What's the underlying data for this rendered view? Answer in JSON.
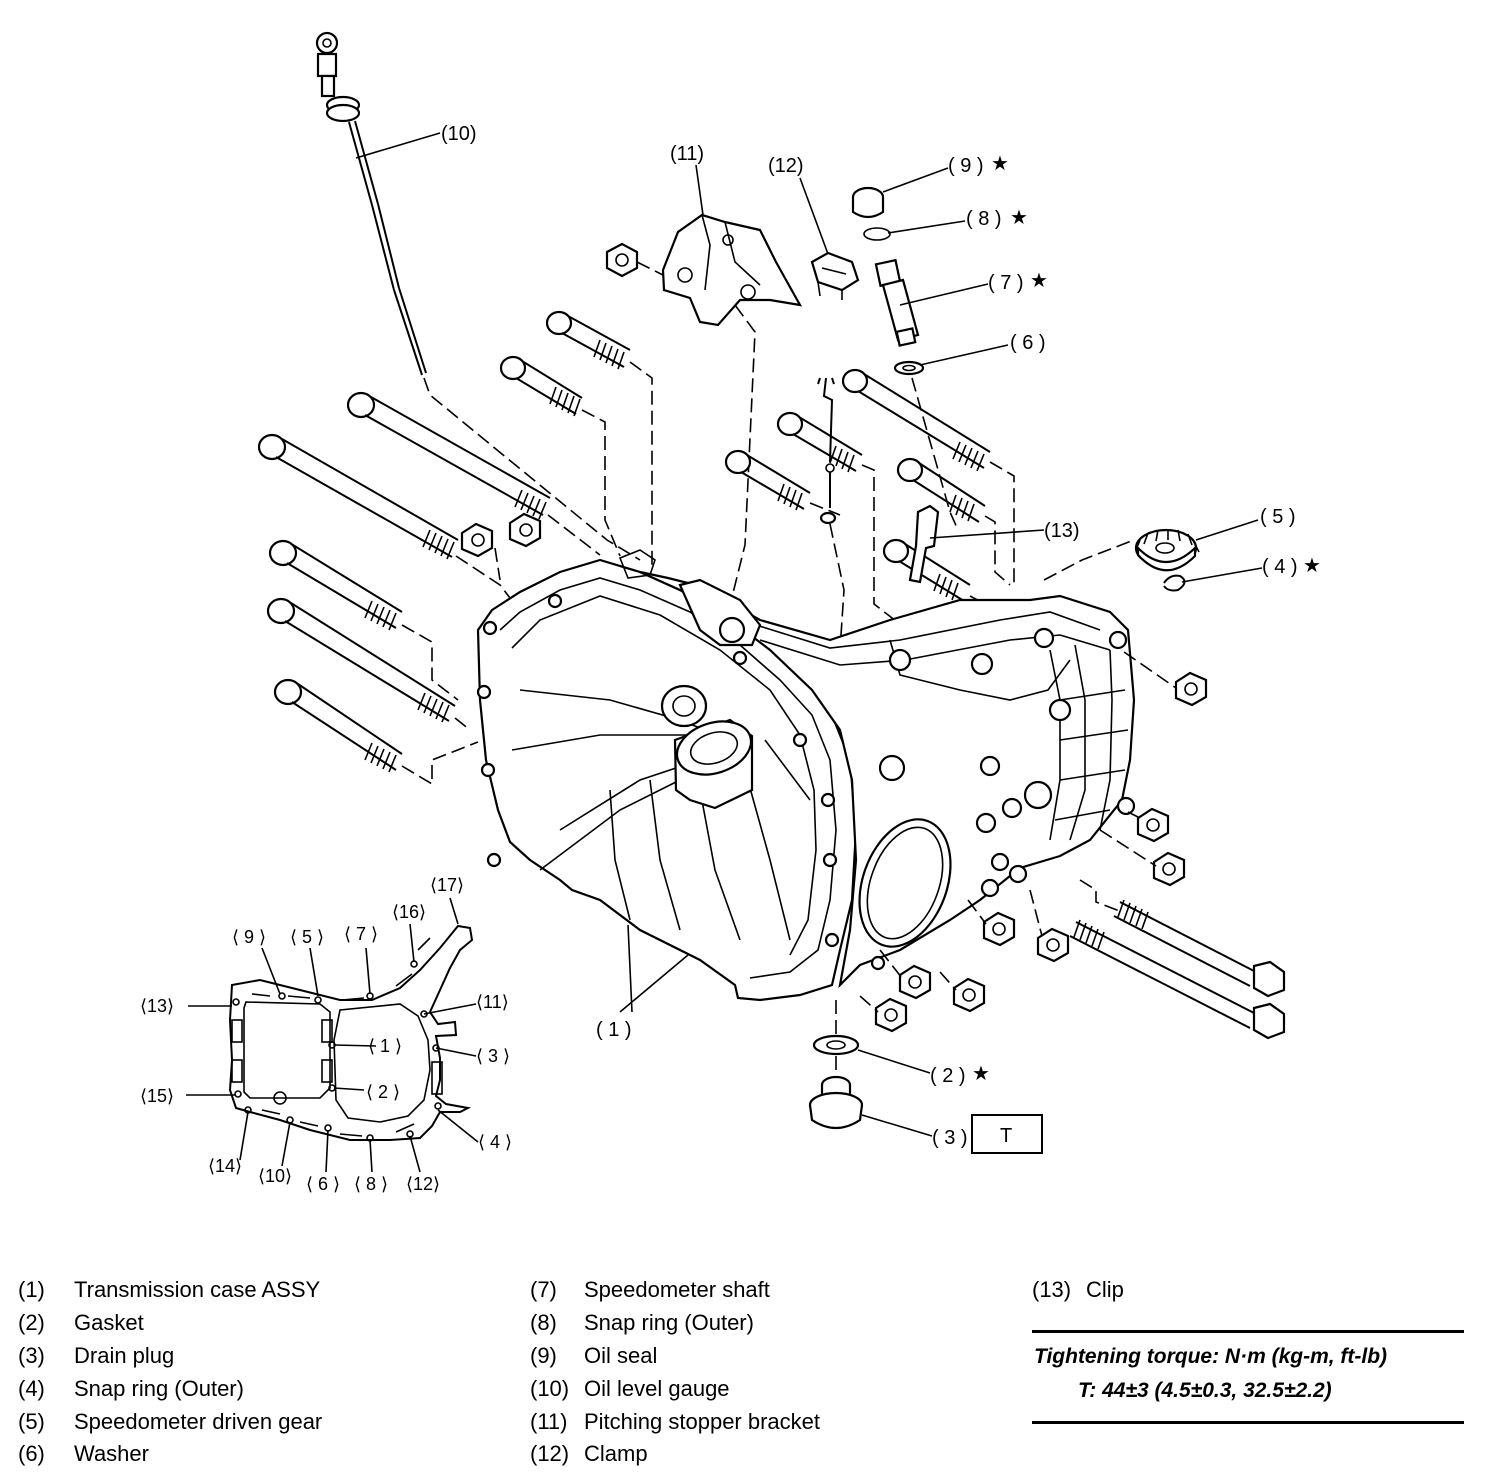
{
  "callouts": {
    "c10": "(10)",
    "c11": "(11)",
    "c12": "(12)",
    "c9": "( 9 )",
    "c8": "( 8 )",
    "c7": "( 7 )",
    "c6": "( 6 )",
    "c13": "(13)",
    "c5": "( 5 )",
    "c4": "( 4 )",
    "c1": "( 1 )",
    "c2": "( 2 )",
    "c3": "( 3 )",
    "torque_box": "T",
    "star": "★"
  },
  "gasket_callouts": {
    "g9": "⟨ 9 ⟩",
    "g5": "⟨ 5 ⟩",
    "g7": "⟨ 7 ⟩",
    "g16": "⟨16⟩",
    "g17": "⟨17⟩",
    "g13": "⟨13⟩",
    "g11": "⟨11⟩",
    "g1": "⟨ 1 ⟩",
    "g3": "⟨ 3 ⟩",
    "g2": "⟨ 2 ⟩",
    "g15": "⟨15⟩",
    "g4": "⟨ 4 ⟩",
    "g14": "⟨14⟩",
    "g10": "⟨10⟩",
    "g6": "⟨ 6 ⟩",
    "g8": "⟨ 8 ⟩",
    "g12": "⟨12⟩"
  },
  "legend": {
    "col1": [
      {
        "num": "(1)",
        "label": "Transmission case ASSY"
      },
      {
        "num": "(2)",
        "label": "Gasket"
      },
      {
        "num": "(3)",
        "label": "Drain plug"
      },
      {
        "num": "(4)",
        "label": "Snap ring (Outer)"
      },
      {
        "num": "(5)",
        "label": "Speedometer driven gear"
      },
      {
        "num": "(6)",
        "label": "Washer"
      }
    ],
    "col2": [
      {
        "num": "(7)",
        "label": "Speedometer shaft"
      },
      {
        "num": "(8)",
        "label": "Snap ring (Outer)"
      },
      {
        "num": "(9)",
        "label": "Oil seal"
      },
      {
        "num": "(10)",
        "label": "Oil level gauge"
      },
      {
        "num": "(11)",
        "label": "Pitching stopper bracket"
      },
      {
        "num": "(12)",
        "label": "Clamp"
      }
    ],
    "col3": [
      {
        "num": "(13)",
        "label": "Clip"
      }
    ]
  },
  "torque": {
    "heading": "Tightening torque: N·m (kg-m, ft-lb)",
    "value": "T: 44±3 (4.5±0.3, 32.5±2.2)"
  }
}
